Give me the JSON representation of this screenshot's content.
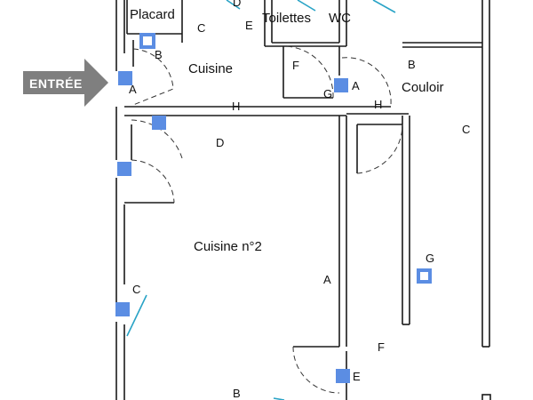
{
  "entrance": {
    "label": "ENTRÉE",
    "color": "#7f7f7f"
  },
  "rooms": {
    "placard": "Placard",
    "cuisine": "Cuisine",
    "toilettes": "Toilettes",
    "wc": "WC",
    "couloir": "Couloir",
    "cuisine2": "Cuisine n°2"
  },
  "letters": {
    "c_placard": "C",
    "d_top": "D",
    "e_top": "E",
    "b_placard": "B",
    "a_entree": "A",
    "f_toilettes": "F",
    "b_couloir": "B",
    "g_door": "G",
    "a_door": "A",
    "h_couloir": "H",
    "c_right": "C",
    "h_hall": "H",
    "d_hall": "D",
    "g_room": "G",
    "a_wall": "A",
    "c_window": "C",
    "f_bottom": "F",
    "e_bottom": "E",
    "b_bottom": "B"
  },
  "colors": {
    "wall": "#1a1a1a",
    "marker": "#5b8de3",
    "window": "#29a3c6",
    "door_arc": "#333333"
  },
  "icons": {
    "solid_marker": "solid-square-marker",
    "hollow_marker": "hollow-square-marker"
  }
}
